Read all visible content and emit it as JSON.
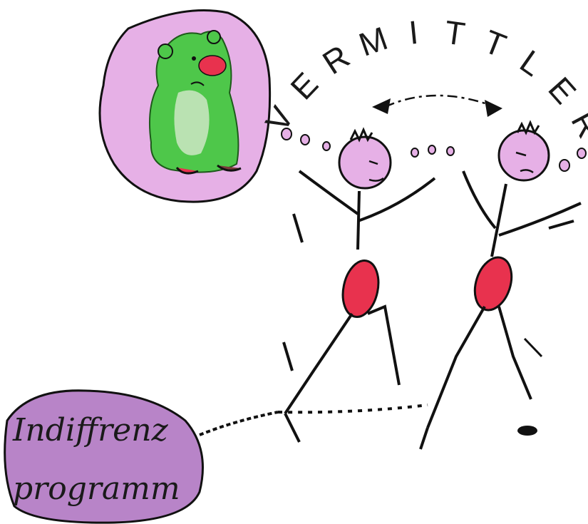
{
  "title": "VERMITTLER",
  "blob_line1": "Indiffrenz",
  "blob_line2": "programm",
  "colors": {
    "pink": "#e6b0e6",
    "green": "#4ec74a",
    "red": "#e8324e",
    "ink": "#111111",
    "blob_purple": "#b884c8"
  },
  "icons": [
    "monster-drawing",
    "stick-figure-left",
    "stick-figure-right",
    "double-arrow"
  ]
}
